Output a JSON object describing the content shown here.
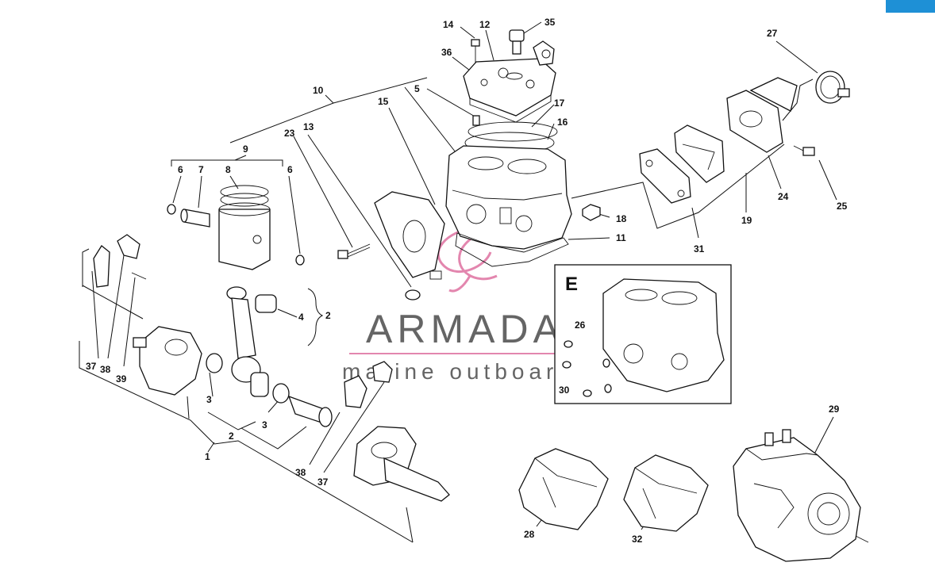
{
  "watermark": {
    "brand": "ARMADA",
    "tagline": "marine outboards",
    "brand_color": "#e07aa6",
    "text_color": "#555555"
  },
  "corner_tab_color": "#1e90d6",
  "inset": {
    "title": "E"
  },
  "callouts": [
    {
      "id": "c14",
      "text": "14"
    },
    {
      "id": "c12",
      "text": "12"
    },
    {
      "id": "c35",
      "text": "35"
    },
    {
      "id": "c36",
      "text": "36"
    },
    {
      "id": "c10",
      "text": "10"
    },
    {
      "id": "c5",
      "text": "5"
    },
    {
      "id": "c15",
      "text": "15"
    },
    {
      "id": "c17",
      "text": "17"
    },
    {
      "id": "c16",
      "text": "16"
    },
    {
      "id": "c13",
      "text": "13"
    },
    {
      "id": "c23",
      "text": "23"
    },
    {
      "id": "c9",
      "text": "9"
    },
    {
      "id": "c6a",
      "text": "6"
    },
    {
      "id": "c7",
      "text": "7"
    },
    {
      "id": "c8",
      "text": "8"
    },
    {
      "id": "c6b",
      "text": "6"
    },
    {
      "id": "c27",
      "text": "27"
    },
    {
      "id": "c18",
      "text": "18"
    },
    {
      "id": "c11",
      "text": "11"
    },
    {
      "id": "c31",
      "text": "31"
    },
    {
      "id": "c19",
      "text": "19"
    },
    {
      "id": "c24",
      "text": "24"
    },
    {
      "id": "c25",
      "text": "25"
    },
    {
      "id": "c4",
      "text": "4"
    },
    {
      "id": "c2a",
      "text": "2"
    },
    {
      "id": "c26",
      "text": "26"
    },
    {
      "id": "c30",
      "text": "30"
    },
    {
      "id": "c37a",
      "text": "37"
    },
    {
      "id": "c38a",
      "text": "38"
    },
    {
      "id": "c39",
      "text": "39"
    },
    {
      "id": "c3a",
      "text": "3"
    },
    {
      "id": "c3b",
      "text": "3"
    },
    {
      "id": "c2b",
      "text": "2"
    },
    {
      "id": "c1",
      "text": "1"
    },
    {
      "id": "c38b",
      "text": "38"
    },
    {
      "id": "c37b",
      "text": "37"
    },
    {
      "id": "c29",
      "text": "29"
    },
    {
      "id": "c28",
      "text": "28"
    },
    {
      "id": "c32",
      "text": "32"
    }
  ]
}
